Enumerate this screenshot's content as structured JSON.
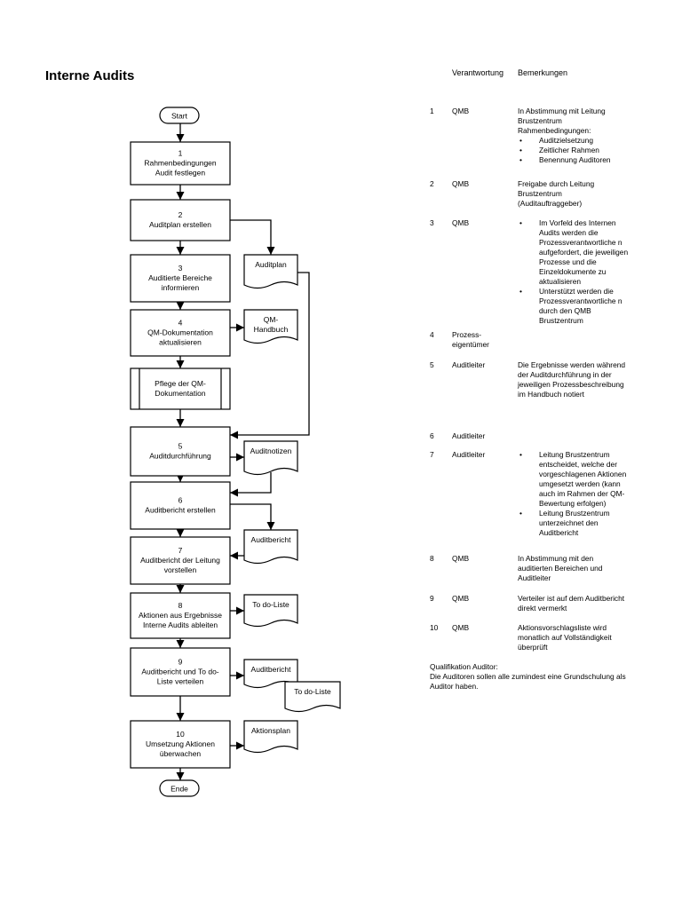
{
  "title": "Interne Audits",
  "flow": {
    "start": "Start",
    "end": "Ende",
    "steps": [
      {
        "num": "1",
        "lines": [
          "Rahmenbedingungen",
          "Audit festlegen"
        ]
      },
      {
        "num": "2",
        "lines": [
          "Auditplan erstellen"
        ]
      },
      {
        "num": "3",
        "lines": [
          "Auditierte Bereiche",
          "informieren"
        ]
      },
      {
        "num": "4",
        "lines": [
          "QM-Dokumentation",
          "aktualisieren"
        ]
      },
      {
        "num": "",
        "lines": [
          "Pflege der QM-",
          "Dokumentation"
        ]
      },
      {
        "num": "5",
        "lines": [
          "Auditdurchführung"
        ]
      },
      {
        "num": "6",
        "lines": [
          "Auditbericht erstellen"
        ]
      },
      {
        "num": "7",
        "lines": [
          "Auditbericht der Leitung",
          "vorstellen"
        ]
      },
      {
        "num": "8",
        "lines": [
          "Aktionen aus Ergebnisse",
          "Interne Audits ableiten"
        ]
      },
      {
        "num": "9",
        "lines": [
          "Auditbericht und To do-",
          "Liste verteilen"
        ]
      },
      {
        "num": "10",
        "lines": [
          "Umsetzung Aktionen",
          "überwachen"
        ]
      }
    ],
    "docs": [
      {
        "lines": [
          "Auditplan"
        ]
      },
      {
        "lines": [
          "QM-",
          "Handbuch"
        ]
      },
      {
        "lines": [
          "Auditnotizen"
        ]
      },
      {
        "lines": [
          "Auditbericht"
        ]
      },
      {
        "lines": [
          "To do-Liste"
        ]
      },
      {
        "lines": [
          "Auditbericht"
        ]
      },
      {
        "lines": [
          "To do-Liste"
        ]
      },
      {
        "lines": [
          "Aktionsplan"
        ]
      }
    ]
  },
  "table": {
    "headers": {
      "responsibility": "Verantwortung",
      "remarks": "Bemerkungen"
    },
    "rows": [
      {
        "num": "1",
        "resp": "QMB",
        "text": "In Abstimmung mit Leitung Brustzentrum Rahmenbedingungen:",
        "bullets": [
          "Auditzielsetzung",
          "Zeitlicher Rahmen",
          "Benennung Auditoren"
        ]
      },
      {
        "num": "2",
        "resp": "QMB",
        "text": "Freigabe durch Leitung Brustzentrum (Auditauftraggeber)",
        "bullets": []
      },
      {
        "num": "3",
        "resp": "QMB",
        "text": "",
        "bullets": [
          "Im Vorfeld des Internen Audits werden die Prozessverantwortliche n aufgefordert, die jeweiligen Prozesse und die Einzeldokumente zu aktualisieren",
          "Unterstützt werden die Prozessverantwortliche n durch den QMB Brustzentrum"
        ]
      },
      {
        "num": "4",
        "resp": "Prozess-eigentümer",
        "text": "",
        "bullets": []
      },
      {
        "num": "5",
        "resp": "Auditleiter",
        "text": "Die Ergebnisse werden während der Auditdurchführung in der jeweiligen Prozessbeschreibung im Handbuch notiert",
        "bullets": []
      },
      {
        "num": "6",
        "resp": "Auditleiter",
        "text": "",
        "bullets": []
      },
      {
        "num": "7",
        "resp": "Auditleiter",
        "text": "",
        "bullets": [
          "Leitung Brustzentrum entscheidet, welche der vorgeschlagenen Aktionen umgesetzt werden (kann auch im Rahmen der QM-Bewertung erfolgen)",
          "Leitung Brustzentrum unterzeichnet den Auditbericht"
        ]
      },
      {
        "num": "8",
        "resp": "QMB",
        "text": "In Abstimmung mit den auditierten Bereichen und Auditleiter",
        "bullets": []
      },
      {
        "num": "9",
        "resp": "QMB",
        "text": "Verteiler ist auf dem Auditbericht direkt vermerkt",
        "bullets": []
      },
      {
        "num": "10",
        "resp": "QMB",
        "text": "Aktionsvorschlagsliste wird monatlich auf Vollständigkeit überprüft",
        "bullets": []
      }
    ]
  },
  "qualification": {
    "heading": "Qualifikation Auditor:",
    "text": "Die Auditoren sollen alle zumindest eine Grundschulung als Auditor haben."
  }
}
